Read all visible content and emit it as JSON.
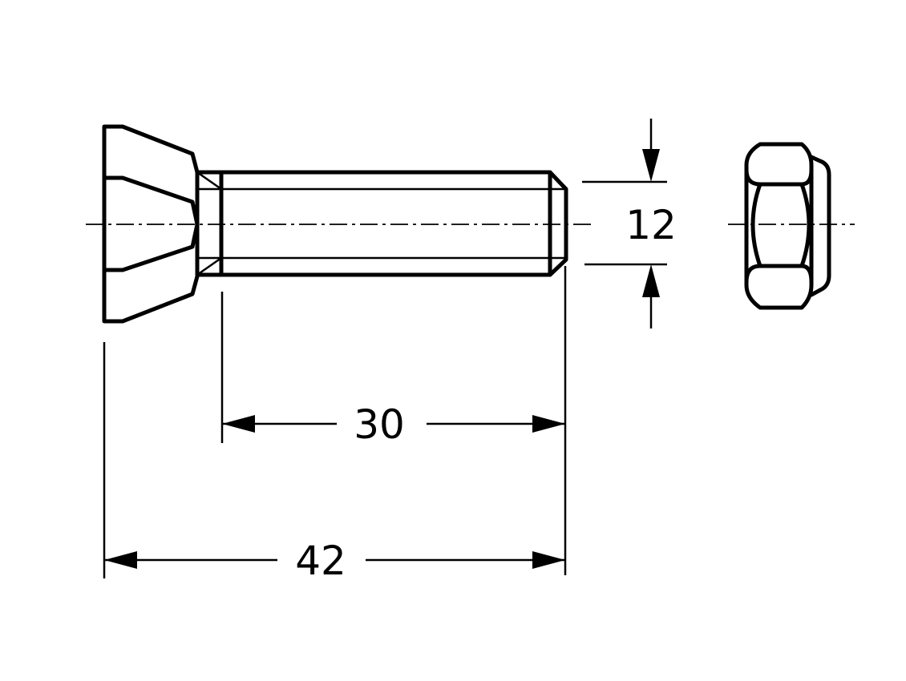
{
  "dimensions": {
    "thread_length": "30",
    "total_length": "42",
    "diameter": "12"
  },
  "colors": {
    "line": "#000000",
    "background": "#ffffff"
  }
}
